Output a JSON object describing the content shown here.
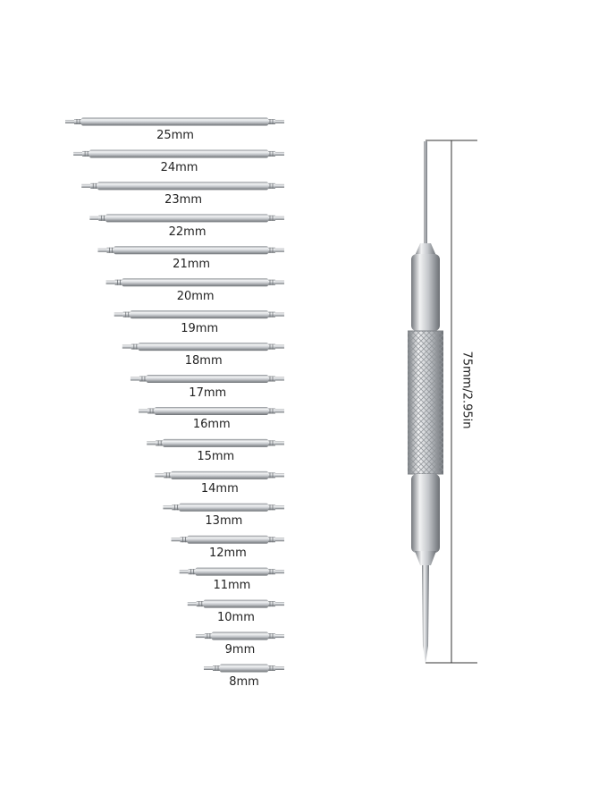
{
  "pins": [
    {
      "label": "25mm"
    },
    {
      "label": "24mm"
    },
    {
      "label": "23mm"
    },
    {
      "label": "22mm"
    },
    {
      "label": "21mm"
    },
    {
      "label": "20mm"
    },
    {
      "label": "19mm"
    },
    {
      "label": "18mm"
    },
    {
      "label": "17mm"
    },
    {
      "label": "16mm"
    },
    {
      "label": "15mm"
    },
    {
      "label": "14mm"
    },
    {
      "label": "13mm"
    },
    {
      "label": "12mm"
    },
    {
      "label": "11mm"
    },
    {
      "label": "10mm"
    },
    {
      "label": "9mm"
    },
    {
      "label": "8mm"
    }
  ],
  "tool": {
    "dimension_label": "75mm/2.95in"
  },
  "colors": {
    "steel_light": "#f2f3f4",
    "steel_mid": "#b9bcc0",
    "steel_dark": "#7d8186",
    "line": "#333333"
  }
}
